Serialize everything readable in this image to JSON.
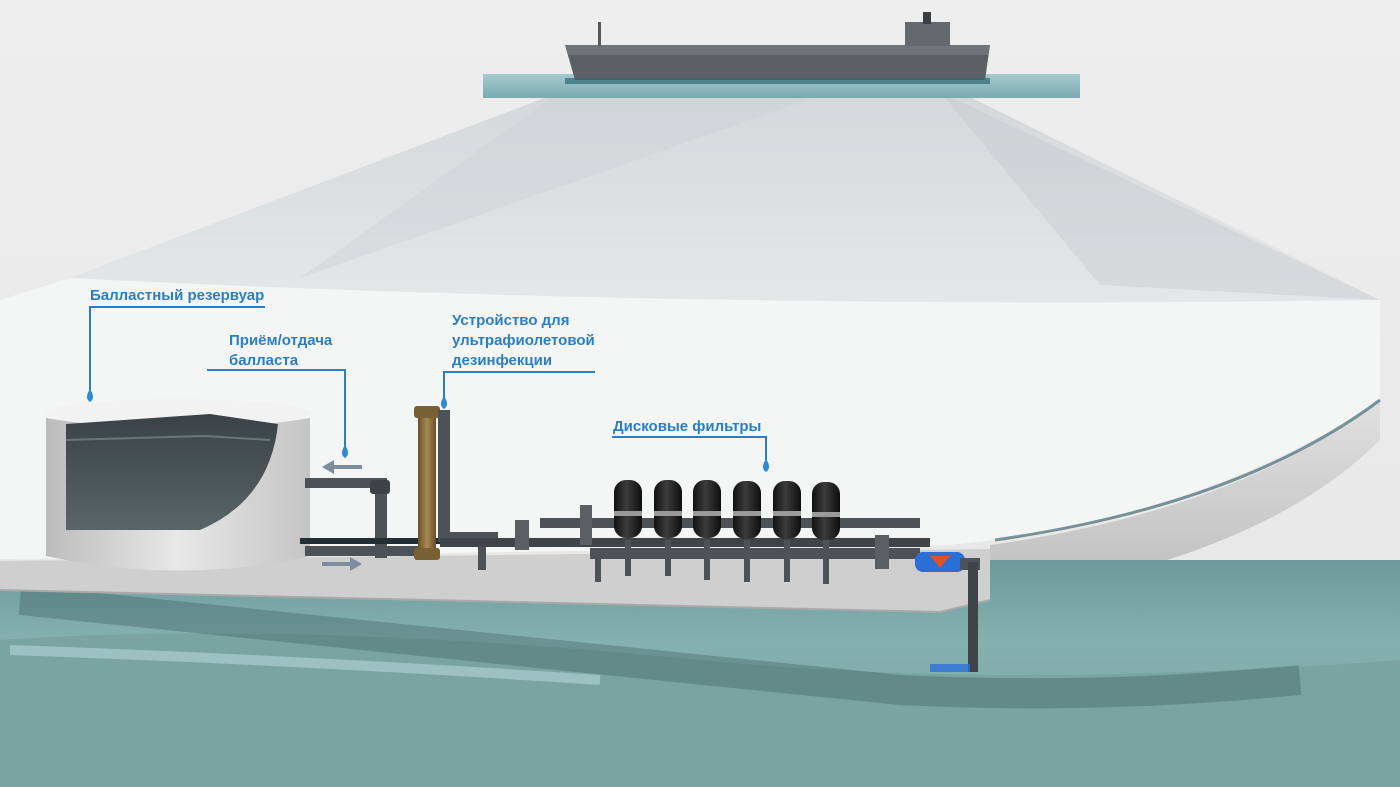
{
  "labels": {
    "ballast_tank": "Балластный резервуар",
    "ballast_intake_line1": "Приём/отдача",
    "ballast_intake_line2": "балласта",
    "uv_device_line1": "Устройство для",
    "uv_device_line2": "ультрафиолетовой",
    "uv_device_line3": "дезинфекции",
    "disc_filters": "Дисковые фильтры"
  },
  "colors": {
    "label": "#2a7fc4",
    "water": "#7fa8a8",
    "hull": "#d9d9d9",
    "pipe": "#4a4f55",
    "filter": "#1f1f1f",
    "uv_unit": "#8a6a3a",
    "valve": "#2b6fd6"
  },
  "icons": [
    "water-drop-icon",
    "arrow-left-icon",
    "arrow-right-icon"
  ]
}
